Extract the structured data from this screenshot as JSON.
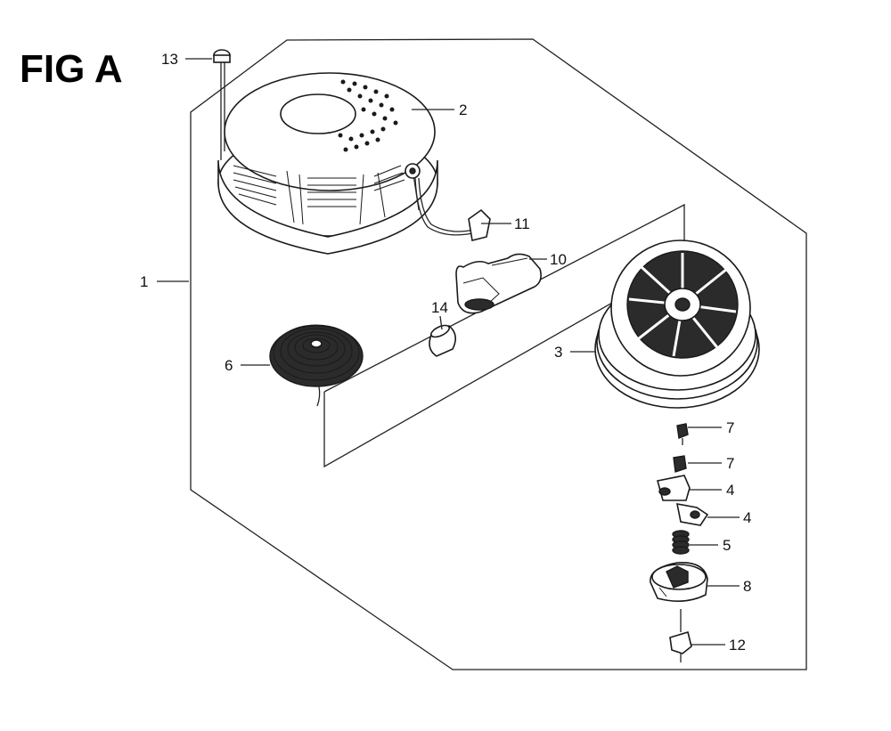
{
  "figure": {
    "title": "FIG A"
  },
  "callouts": [
    {
      "id": "c13",
      "label": "13"
    },
    {
      "id": "c2",
      "label": "2"
    },
    {
      "id": "c11",
      "label": "11"
    },
    {
      "id": "c10",
      "label": "10"
    },
    {
      "id": "c1",
      "label": "1"
    },
    {
      "id": "c14",
      "label": "14"
    },
    {
      "id": "c6",
      "label": "6"
    },
    {
      "id": "c3",
      "label": "3"
    },
    {
      "id": "c7a",
      "label": "7"
    },
    {
      "id": "c7b",
      "label": "7"
    },
    {
      "id": "c4a",
      "label": "4"
    },
    {
      "id": "c4b",
      "label": "4"
    },
    {
      "id": "c5",
      "label": "5"
    },
    {
      "id": "c8",
      "label": "8"
    },
    {
      "id": "c12",
      "label": "12"
    }
  ]
}
